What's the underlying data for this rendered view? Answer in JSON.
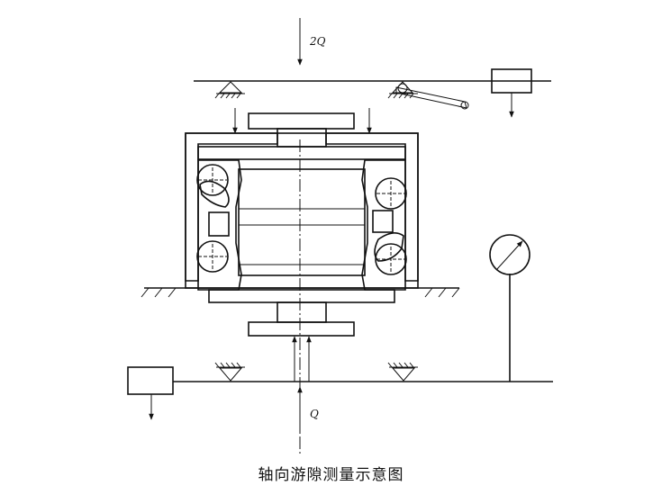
{
  "diagram": {
    "load_top_label": "2Q",
    "load_bottom_label": "Q"
  },
  "caption": "轴向游隙测量示意图"
}
